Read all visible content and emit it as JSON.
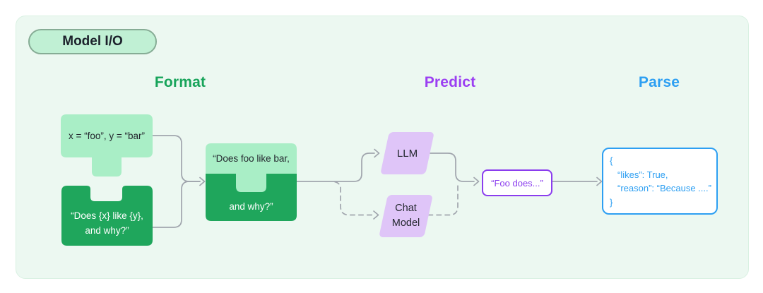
{
  "badge": {
    "label": "Model I/O"
  },
  "headers": {
    "format": "Format",
    "predict": "Predict",
    "parse": "Parse"
  },
  "nodes": {
    "prompt_values": {
      "text": "x = “foo”, y = “bar”"
    },
    "prompt_template": {
      "line1": "“Does {x} like {y},",
      "line2": "and why?”"
    },
    "formatted_prompt": {
      "line1": "“Does foo like bar,",
      "line2": "and why?”"
    },
    "llm": {
      "label": "LLM"
    },
    "chat_model": {
      "line1": "Chat",
      "line2": "Model"
    },
    "model_output": {
      "text": "“Foo does...”"
    },
    "parsed_output": {
      "lines": [
        "{",
        "“likes”: True,",
        "“reason”: “Because ....”",
        "}"
      ]
    }
  },
  "colors": {
    "panel_bg": "#ecf8f1",
    "panel_border": "#d9f1e2",
    "badge_bg": "#c0f0d4",
    "badge_border": "#86ac95",
    "light_green": "#a9eec6",
    "dark_green": "#1fa65c",
    "lavender": "#dfc5f8",
    "purple": "#8b3dee",
    "blue": "#2d9ff2",
    "header_green": "#17a45a",
    "header_purple": "#9b3ff2",
    "header_blue": "#2d9ff2",
    "connector_gray": "#a0a5ad",
    "text_dark": "#23272e"
  }
}
